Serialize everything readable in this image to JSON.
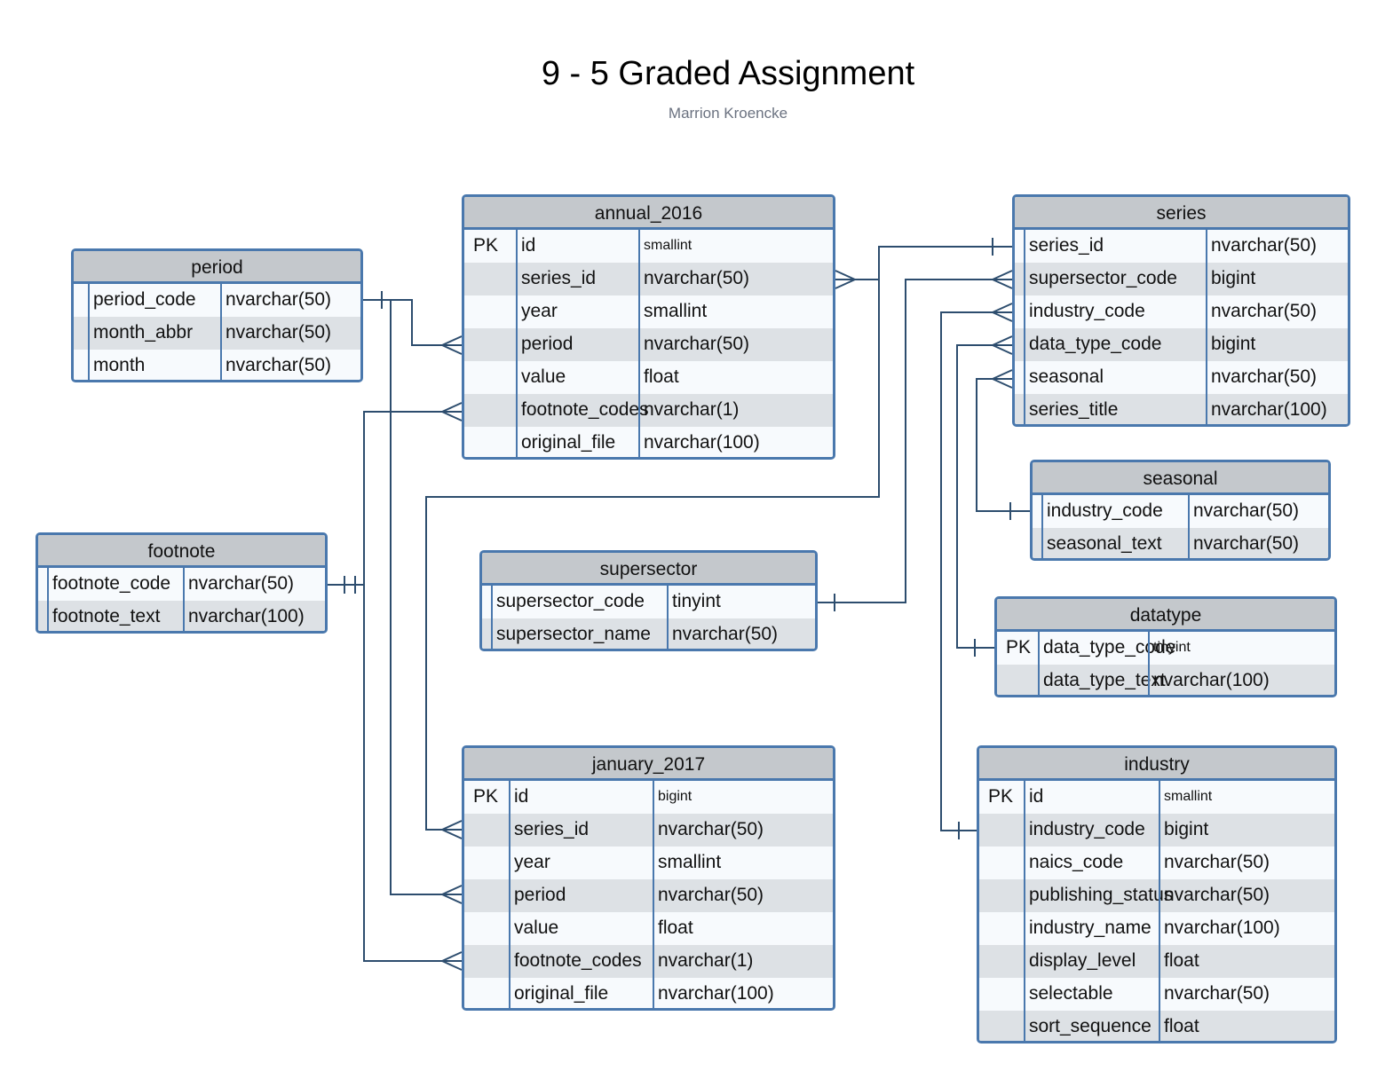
{
  "title": "9 - 5 Graded Assignment",
  "subtitle": "Marrion Kroencke",
  "tables": {
    "annual_2016": {
      "name": "annual_2016",
      "rows": [
        {
          "key": "PK",
          "field": "id",
          "type": "smallint"
        },
        {
          "key": "",
          "field": "series_id",
          "type": "nvarchar(50)"
        },
        {
          "key": "",
          "field": "year",
          "type": "smallint"
        },
        {
          "key": "",
          "field": "period",
          "type": "nvarchar(50)"
        },
        {
          "key": "",
          "field": "value",
          "type": "float"
        },
        {
          "key": "",
          "field": "footnote_codes",
          "type": "nvarchar(1)"
        },
        {
          "key": "",
          "field": "original_file",
          "type": "nvarchar(100)"
        }
      ]
    },
    "series": {
      "name": "series",
      "rows": [
        {
          "key": "",
          "field": "series_id",
          "type": "nvarchar(50)"
        },
        {
          "key": "",
          "field": "supersector_code",
          "type": "bigint"
        },
        {
          "key": "",
          "field": "industry_code",
          "type": "nvarchar(50)"
        },
        {
          "key": "",
          "field": "data_type_code",
          "type": "bigint"
        },
        {
          "key": "",
          "field": "seasonal",
          "type": "nvarchar(50)"
        },
        {
          "key": "",
          "field": "series_title",
          "type": "nvarchar(100)"
        }
      ]
    },
    "period": {
      "name": "period",
      "rows": [
        {
          "key": "",
          "field": "period_code",
          "type": "nvarchar(50)"
        },
        {
          "key": "",
          "field": "month_abbr",
          "type": "nvarchar(50)"
        },
        {
          "key": "",
          "field": "month",
          "type": "nvarchar(50)"
        }
      ]
    },
    "footnote": {
      "name": "footnote",
      "rows": [
        {
          "key": "",
          "field": "footnote_code",
          "type": "nvarchar(50)"
        },
        {
          "key": "",
          "field": "footnote_text",
          "type": "nvarchar(100)"
        }
      ]
    },
    "supersector": {
      "name": "supersector",
      "rows": [
        {
          "key": "",
          "field": "supersector_code",
          "type": "tinyint"
        },
        {
          "key": "",
          "field": "supersector_name",
          "type": "nvarchar(50)"
        }
      ]
    },
    "seasonal": {
      "name": "seasonal",
      "rows": [
        {
          "key": "",
          "field": "industry_code",
          "type": "nvarchar(50)"
        },
        {
          "key": "",
          "field": "seasonal_text",
          "type": "nvarchar(50)"
        }
      ]
    },
    "datatype": {
      "name": "datatype",
      "rows": [
        {
          "key": "PK",
          "field": "data_type_code",
          "type": "tinyint"
        },
        {
          "key": "",
          "field": "data_type_text",
          "type": "nvarchar(100)"
        }
      ]
    },
    "january_2017": {
      "name": "january_2017",
      "rows": [
        {
          "key": "PK",
          "field": "id",
          "type": "bigint"
        },
        {
          "key": "",
          "field": "series_id",
          "type": "nvarchar(50)"
        },
        {
          "key": "",
          "field": "year",
          "type": "smallint"
        },
        {
          "key": "",
          "field": "period",
          "type": "nvarchar(50)"
        },
        {
          "key": "",
          "field": "value",
          "type": "float"
        },
        {
          "key": "",
          "field": "footnote_codes",
          "type": "nvarchar(1)"
        },
        {
          "key": "",
          "field": "original_file",
          "type": "nvarchar(100)"
        }
      ]
    },
    "industry": {
      "name": "industry",
      "rows": [
        {
          "key": "PK",
          "field": "id",
          "type": "smallint"
        },
        {
          "key": "",
          "field": "industry_code",
          "type": "bigint"
        },
        {
          "key": "",
          "field": "naics_code",
          "type": "nvarchar(50)"
        },
        {
          "key": "",
          "field": "publishing_status",
          "type": "nvarchar(50)"
        },
        {
          "key": "",
          "field": "industry_name",
          "type": "nvarchar(100)"
        },
        {
          "key": "",
          "field": "display_level",
          "type": "float"
        },
        {
          "key": "",
          "field": "selectable",
          "type": "nvarchar(50)"
        },
        {
          "key": "",
          "field": "sort_sequence",
          "type": "float"
        }
      ]
    }
  },
  "relationships": [
    {
      "from_table": "period",
      "from_field": "period_code",
      "from_end": "one",
      "to_table": "annual_2016",
      "to_field": "period",
      "to_end": "many"
    },
    {
      "from_table": "period",
      "from_field": "period_code",
      "from_end": "one",
      "to_table": "january_2017",
      "to_field": "period",
      "to_end": "many"
    },
    {
      "from_table": "footnote",
      "from_field": "footnote_code",
      "from_end": "one",
      "to_table": "annual_2016",
      "to_field": "footnote_codes",
      "to_end": "many"
    },
    {
      "from_table": "footnote",
      "from_field": "footnote_code",
      "from_end": "one",
      "to_table": "january_2017",
      "to_field": "footnote_codes",
      "to_end": "many"
    },
    {
      "from_table": "series",
      "from_field": "series_id",
      "from_end": "one",
      "to_table": "annual_2016",
      "to_field": "series_id",
      "to_end": "many"
    },
    {
      "from_table": "series",
      "from_field": "series_id",
      "from_end": "one",
      "to_table": "january_2017",
      "to_field": "series_id",
      "to_end": "many"
    },
    {
      "from_table": "supersector",
      "from_field": "supersector_code",
      "from_end": "one",
      "to_table": "series",
      "to_field": "supersector_code",
      "to_end": "many"
    },
    {
      "from_table": "industry",
      "from_field": "industry_code",
      "from_end": "one",
      "to_table": "series",
      "to_field": "industry_code",
      "to_end": "many"
    },
    {
      "from_table": "datatype",
      "from_field": "data_type_code",
      "from_end": "one",
      "to_table": "series",
      "to_field": "data_type_code",
      "to_end": "many"
    },
    {
      "from_table": "seasonal",
      "from_field": "industry_code",
      "from_end": "one",
      "to_table": "series",
      "to_field": "seasonal",
      "to_end": "many"
    }
  ],
  "colors": {
    "border": "#4a78ad",
    "header": "#c4c8cc",
    "row_alt": "#dde1e5",
    "row": "#f7fafd",
    "line": "#2d4d6e"
  }
}
